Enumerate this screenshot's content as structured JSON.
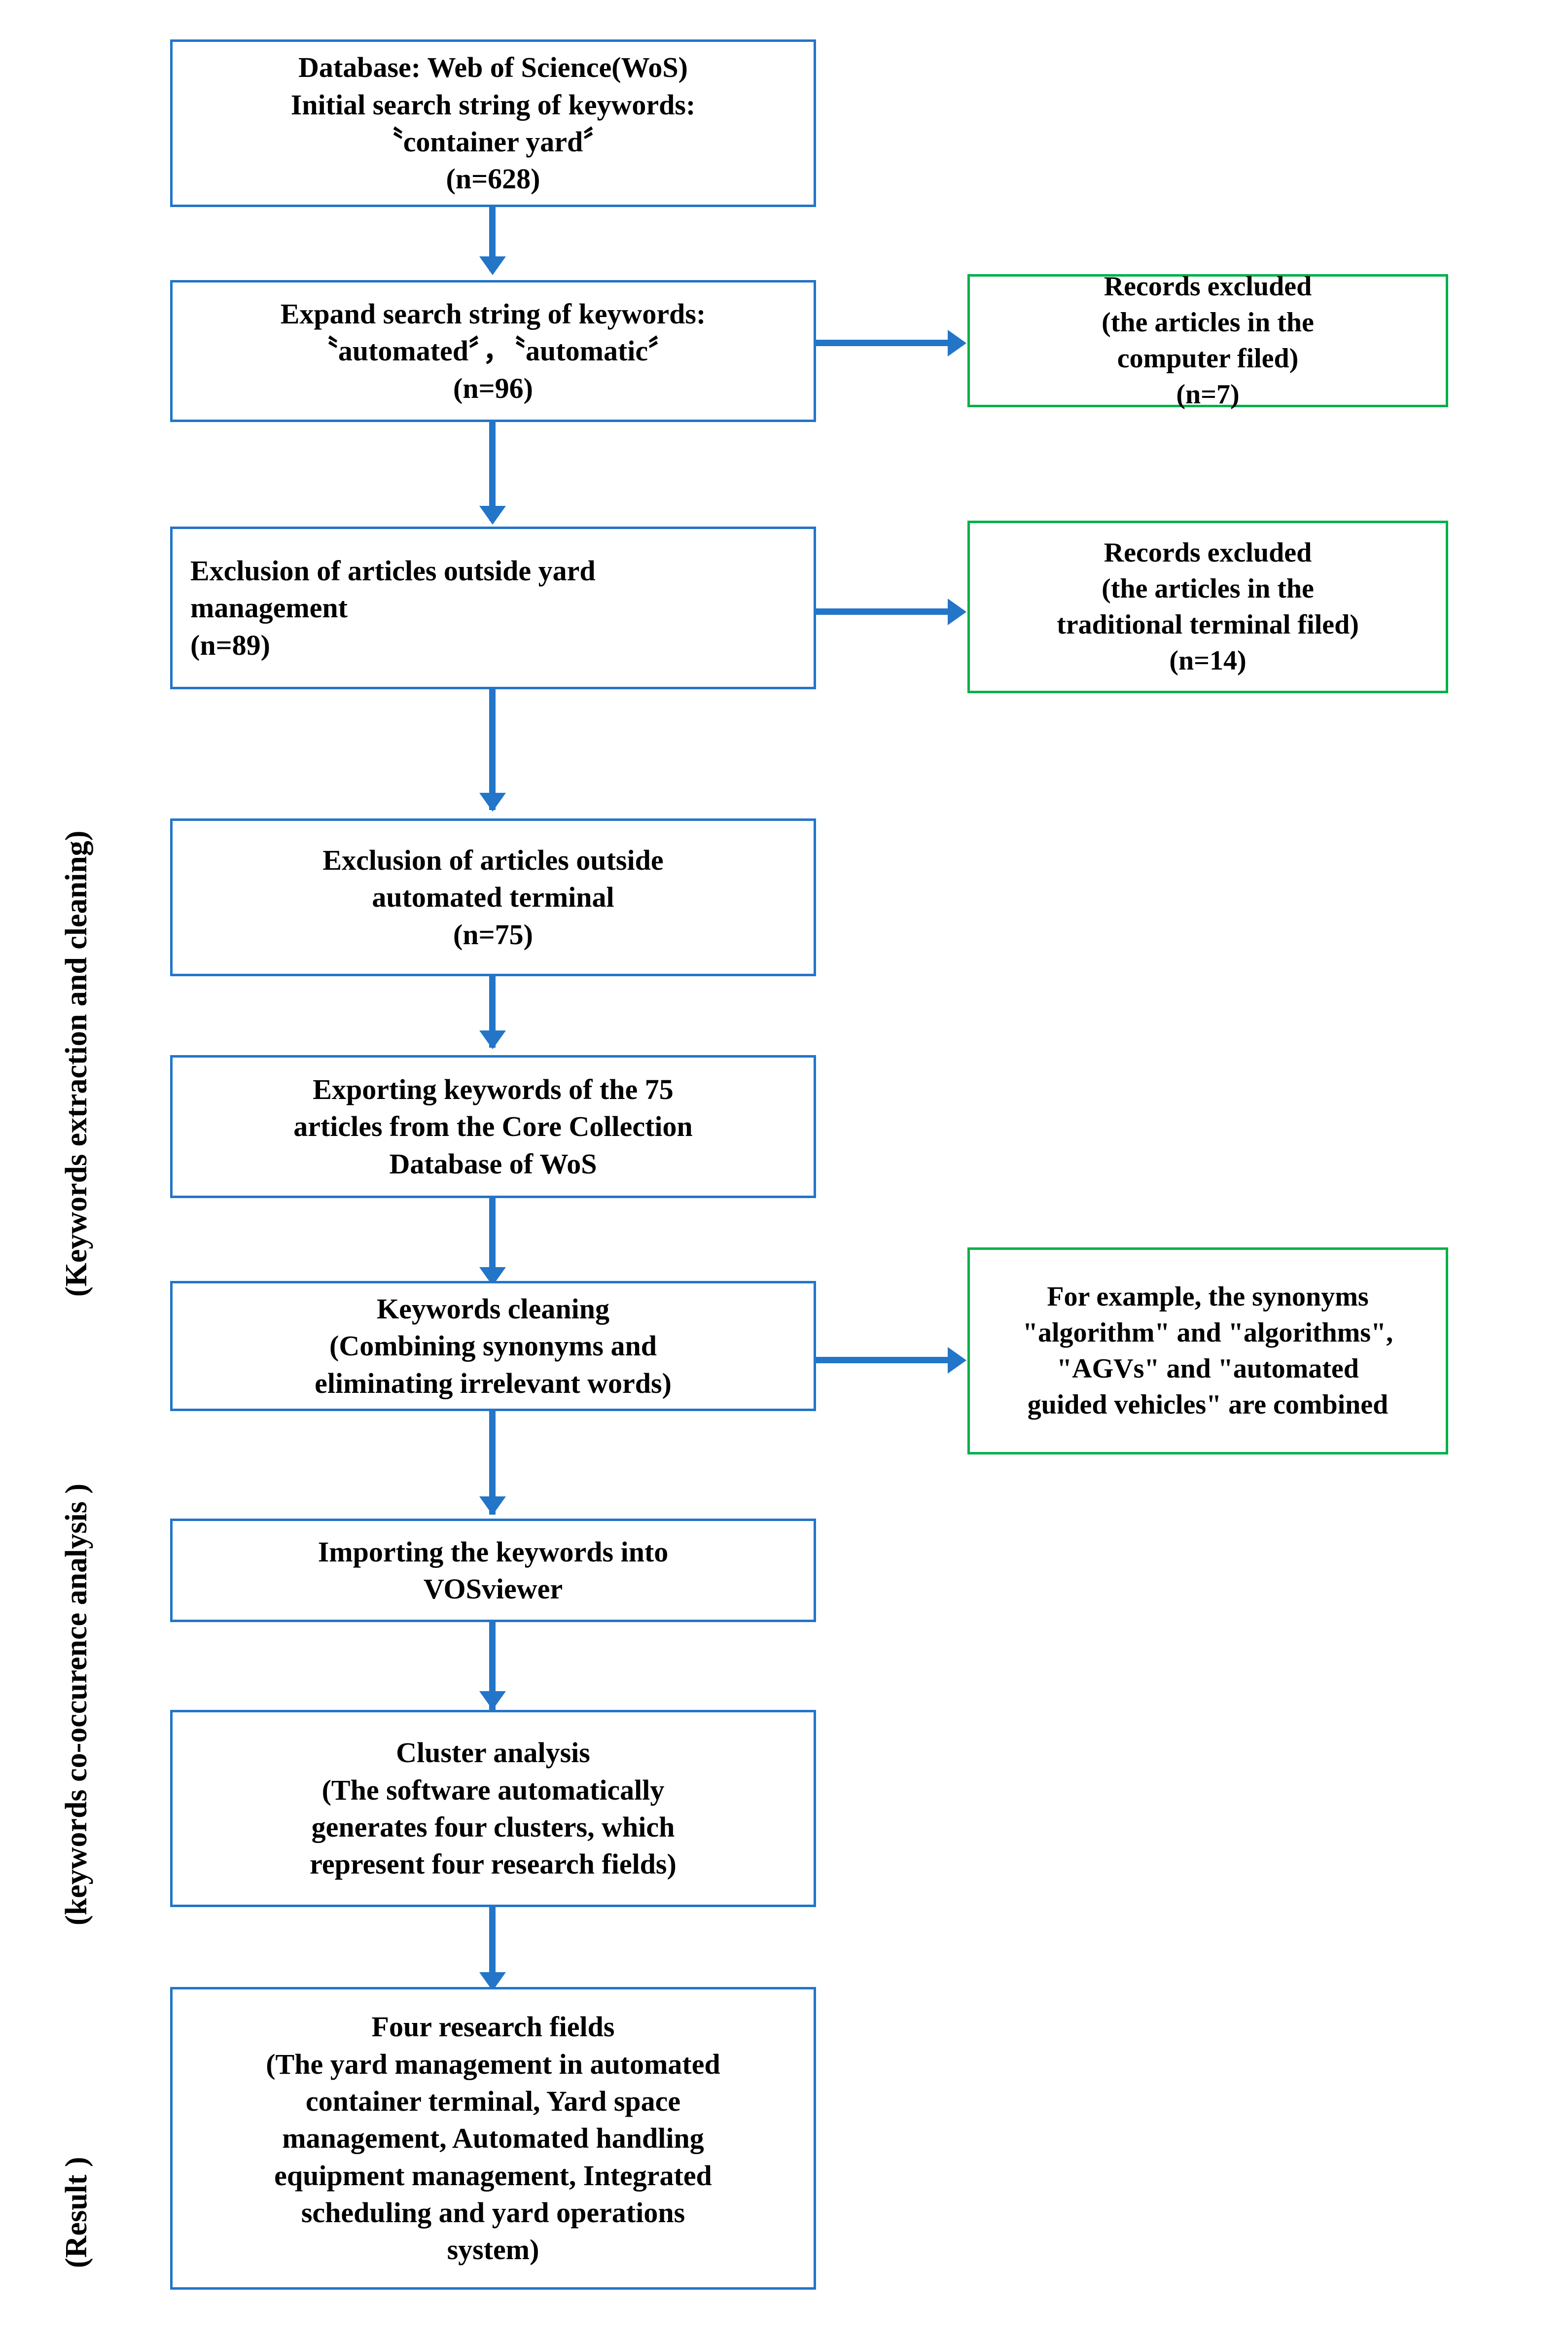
{
  "diagram": {
    "title": "Literature screening and keyword co-occurrence analysis flowchart",
    "colors": {
      "process_border": "#2375C8",
      "excluded_border": "#00B04A",
      "connector": "#2375C8",
      "text": "#000000",
      "background": "#FFFFFF"
    }
  },
  "stage_labels": [
    {
      "id": "stage-extraction",
      "text": "(Keywords extraction and cleaning)"
    },
    {
      "id": "stage-cooccurrence",
      "text": "(keywords co-occurence analysis )"
    },
    {
      "id": "stage-result",
      "text": "(Result )"
    }
  ],
  "nodes": [
    {
      "id": "database-source",
      "kind": "process",
      "text": "Database: Web of Science(WoS)\nInitial search string of keywords:\n〝container yard〞\n(n=628)",
      "count_label": "(n=628)"
    },
    {
      "id": "expand-search",
      "kind": "process",
      "text": "Expand search string of keywords:\n〝automated〞，〝automatic〞\n(n=96)",
      "count_label": "(n=96)"
    },
    {
      "id": "excluded-computer",
      "kind": "excluded",
      "text": "Records excluded\n(the articles in the\ncomputer filed)\n(n=7)",
      "count_label": "(n=7)"
    },
    {
      "id": "exclusion-yard-management",
      "kind": "process",
      "text": "Exclusion of articles outside yard\nmanagement\n(n=89)",
      "count_label": "(n=89)"
    },
    {
      "id": "excluded-traditional-terminal",
      "kind": "excluded",
      "text": "Records excluded\n(the articles in the\ntraditional terminal filed)\n(n=14)",
      "count_label": "(n=14)"
    },
    {
      "id": "exclusion-automated-terminal",
      "kind": "process",
      "text": "Exclusion of  articles outside\nautomated terminal\n(n=75)",
      "count_label": "(n=75)"
    },
    {
      "id": "exporting-keywords",
      "kind": "process",
      "text": "Exporting keywords of the 75\narticles from the Core Collection\nDatabase of WoS",
      "count_label": ""
    },
    {
      "id": "keywords-cleaning",
      "kind": "process",
      "text": "Keywords cleaning\n(Combining synonyms and\neliminating irrelevant words)",
      "count_label": ""
    },
    {
      "id": "synonym-example",
      "kind": "excluded",
      "text": "For example, the synonyms\n\"algorithm\" and \"algorithms\",\n\"AGVs\" and \"automated\nguided vehicles\" are combined",
      "count_label": ""
    },
    {
      "id": "importing-vosviewer",
      "kind": "process",
      "text": "Importing the keywords into\nVOSviewer",
      "count_label": ""
    },
    {
      "id": "cluster-analysis",
      "kind": "process",
      "text": "Cluster analysis\n(The software automatically\ngenerates four clusters, which\nrepresent four research fields)",
      "count_label": ""
    },
    {
      "id": "four-research-fields",
      "kind": "process",
      "text": "Four research fields\n(The yard management in automated\ncontainer terminal, Yard space\nmanagement, Automated handling\nequipment management, Integrated\nscheduling and yard operations\nsystem)",
      "count_label": ""
    }
  ]
}
